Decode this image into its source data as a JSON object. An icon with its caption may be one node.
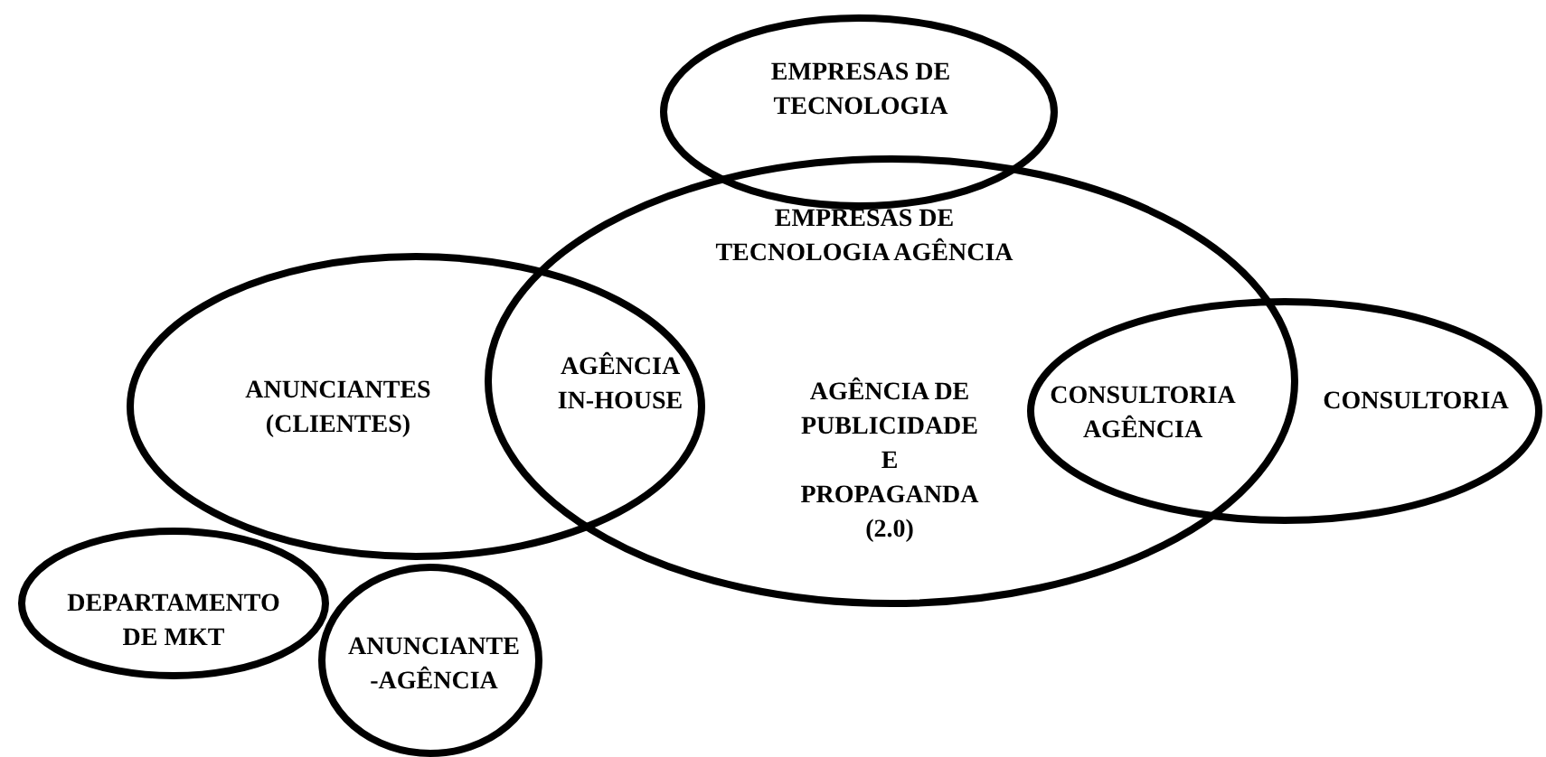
{
  "diagram": {
    "nodes": [
      {
        "text": [
          "EMPRESAS DE TECNOLOGIA"
        ]
      },
      {
        "text": [
          "AGÊNCIA DE PUBLICIDADE E PROPAGANDA (2.0)"
        ]
      },
      {
        "text": [
          "ANUNCIANTES (CLIENTES)"
        ]
      },
      {
        "text": [
          "CONSULTORIA"
        ]
      },
      {
        "text": [
          "DEPARTAMENTO DE MKT"
        ]
      },
      {
        "text": [
          "ANUNCIANTE -AGÊNCIA"
        ]
      }
    ],
    "edges": [],
    "labels": [
      "EMPRESAS DE TECNOLOGIA AGÊNCIA",
      "AGÊNCIA IN-HOUSE",
      "CONSULTORIA AGÊNCIA"
    ]
  }
}
